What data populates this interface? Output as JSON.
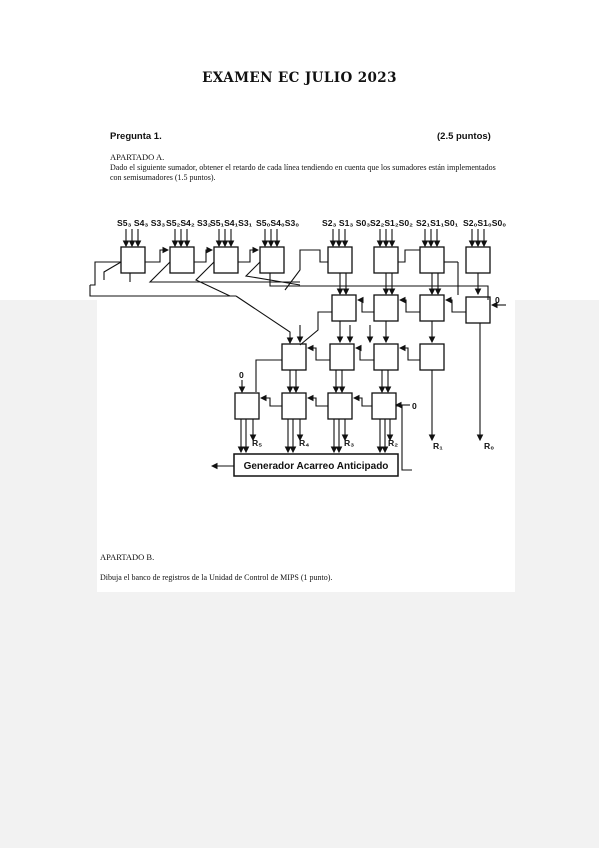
{
  "title": "EXAMEN EC  JULIO 2023",
  "question": {
    "label": "Pregunta 1.",
    "points": "(2.5 puntos)"
  },
  "apartado_a": {
    "heading": "APARTADO A.",
    "text": "Dado el siguiente sumador, obtener el retardo de cada línea tendiendo en cuenta que los sumadores están implementados con semisumadores (1.5 puntos)."
  },
  "diagram": {
    "input_labels": [
      "S5₃ S4₃ S3₃",
      "S5₂S4₂ S3₂",
      "S5₁S4₁S3₁",
      "S5₀S4₀S3₀",
      "S2₃ S1₃ S0₃",
      "S2₂S1₂S0₂",
      "S2₁S1₁S0₁",
      "S2₀S1₀S0₀"
    ],
    "zero_labels": [
      "0",
      "0",
      "0"
    ],
    "result_labels": [
      "R₅",
      "R₄",
      "R₃",
      "R₂",
      "R₁",
      "R₀"
    ],
    "generator_label": "Generador Acarreo Anticipado"
  },
  "apartado_b": {
    "heading": "APARTADO B.",
    "text": "Dibuja el banco de registros de la Unidad de Control de MIPS (1 punto)."
  }
}
